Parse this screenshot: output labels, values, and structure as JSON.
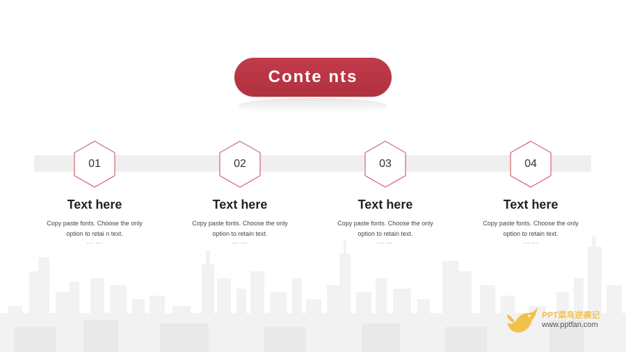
{
  "title": "Conte nts",
  "items": [
    {
      "num": "01",
      "title": "Text here",
      "line1": "Copy paste fonts. Choose the only",
      "line2": "option to retai n text.",
      "dots": "... ..."
    },
    {
      "num": "02",
      "title": "Text here",
      "line1": "Copy paste fonts. Choose the only",
      "line2": "option to retain text.",
      "dots": "... ..."
    },
    {
      "num": "03",
      "title": "Text here",
      "line1": "Copy paste fonts. Choose the only",
      "line2": "option to retain text.",
      "dots": "... ..."
    },
    {
      "num": "04",
      "title": "Text here",
      "line1": "Copy paste fonts. Choose the only",
      "line2": "option to retain text.",
      "dots": "... ..."
    }
  ],
  "brand": {
    "name": "PPT菜鸟逆袭记",
    "url": "www.pptfan.com"
  },
  "colors": {
    "accent": "#b8343f",
    "hex_stroke": "#c8434f",
    "band": "#efefef",
    "brand": "#f2c14a"
  }
}
